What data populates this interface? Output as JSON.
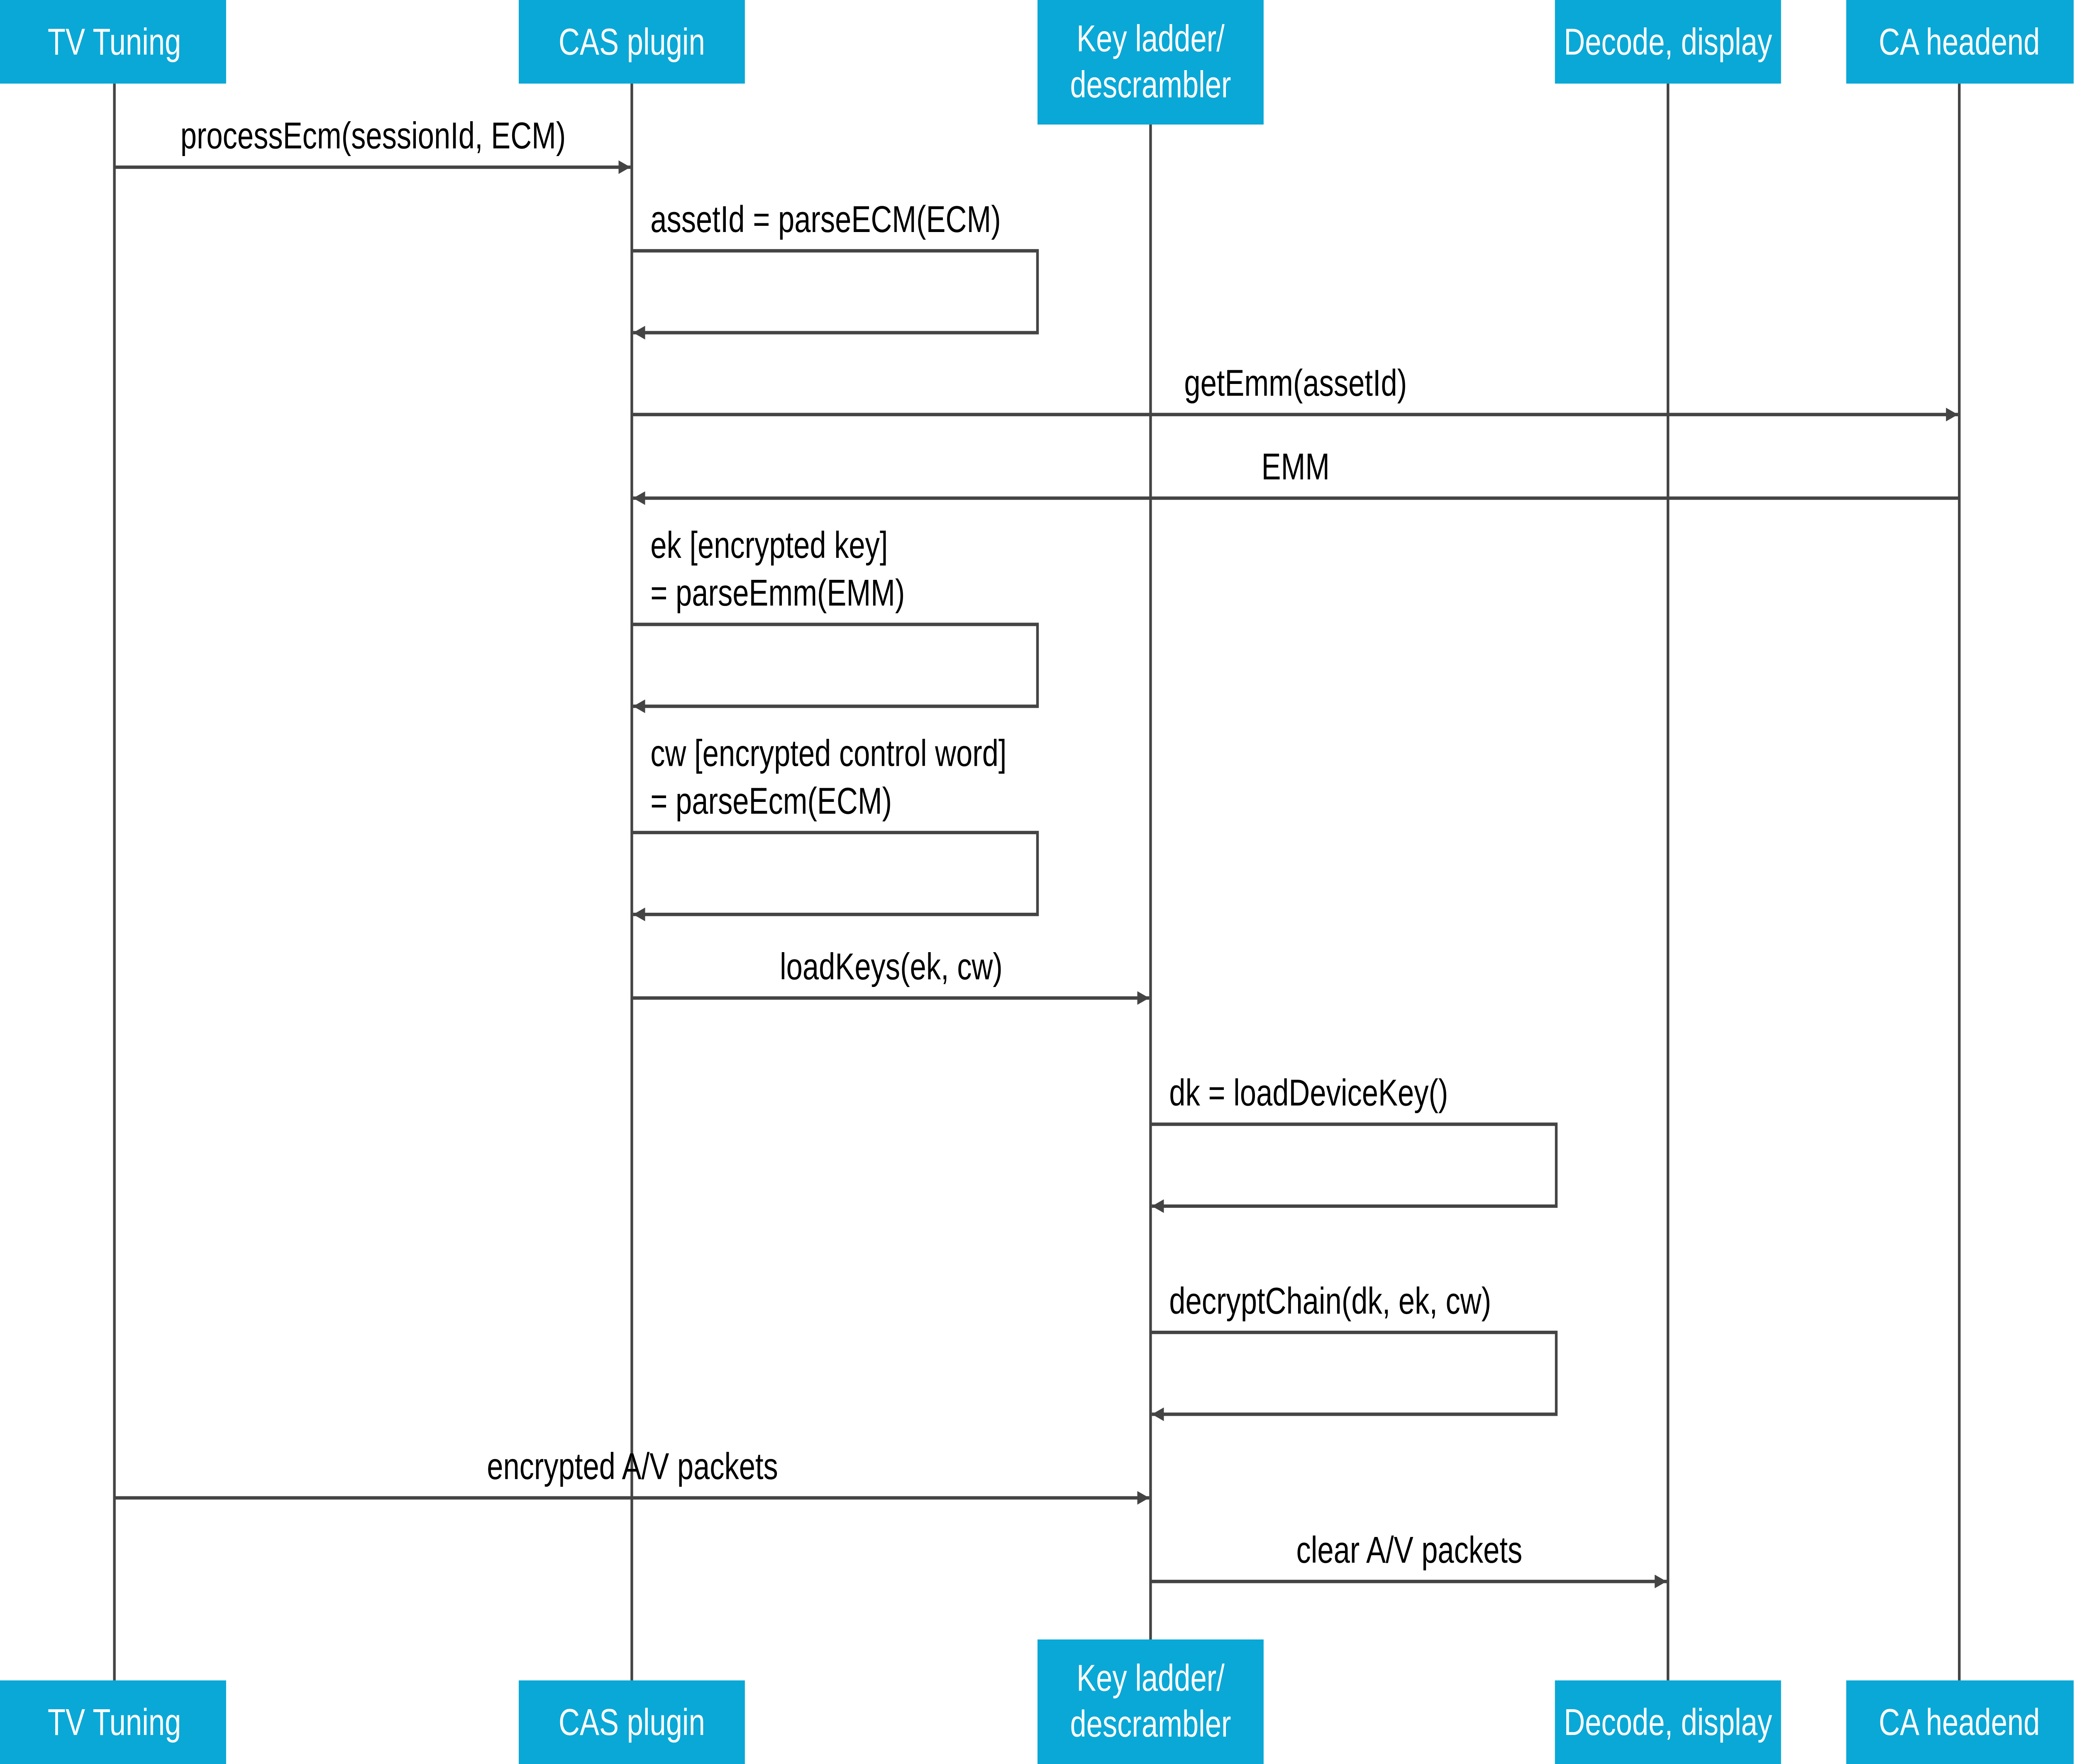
{
  "colors": {
    "participant_fill": "#0AA8D6",
    "participant_text": "#FFFFFF",
    "line": "#444444",
    "message_text": "#000000"
  },
  "participants": [
    {
      "id": "tv",
      "label": [
        "TV Tuning"
      ]
    },
    {
      "id": "cas",
      "label": [
        "CAS plugin"
      ]
    },
    {
      "id": "kl",
      "label": [
        "Key ladder/",
        "descrambler"
      ]
    },
    {
      "id": "dec",
      "label": [
        "Decode, display"
      ]
    },
    {
      "id": "ca",
      "label": [
        "CA headend"
      ]
    }
  ],
  "messages": [
    {
      "from": "tv",
      "to": "cas",
      "label": [
        "processEcm(sessionId, ECM)"
      ]
    },
    {
      "from": "cas",
      "to": "cas",
      "label": [
        "assetId = parseECM(ECM)"
      ]
    },
    {
      "from": "cas",
      "to": "ca",
      "label": [
        "getEmm(assetId)"
      ]
    },
    {
      "from": "ca",
      "to": "cas",
      "label": [
        "EMM"
      ]
    },
    {
      "from": "cas",
      "to": "cas",
      "label": [
        "ek [encrypted key]",
        "= parseEmm(EMM)"
      ]
    },
    {
      "from": "cas",
      "to": "cas",
      "label": [
        "cw [encrypted control word]",
        "= parseEcm(ECM)"
      ]
    },
    {
      "from": "cas",
      "to": "kl",
      "label": [
        "loadKeys(ek, cw)"
      ]
    },
    {
      "from": "kl",
      "to": "kl",
      "label": [
        "dk = loadDeviceKey()"
      ]
    },
    {
      "from": "kl",
      "to": "kl",
      "label": [
        "decryptChain(dk, ek, cw)"
      ]
    },
    {
      "from": "tv",
      "to": "kl",
      "label": [
        "encrypted A/V packets"
      ]
    },
    {
      "from": "kl",
      "to": "dec",
      "label": [
        "clear A/V packets"
      ]
    }
  ]
}
